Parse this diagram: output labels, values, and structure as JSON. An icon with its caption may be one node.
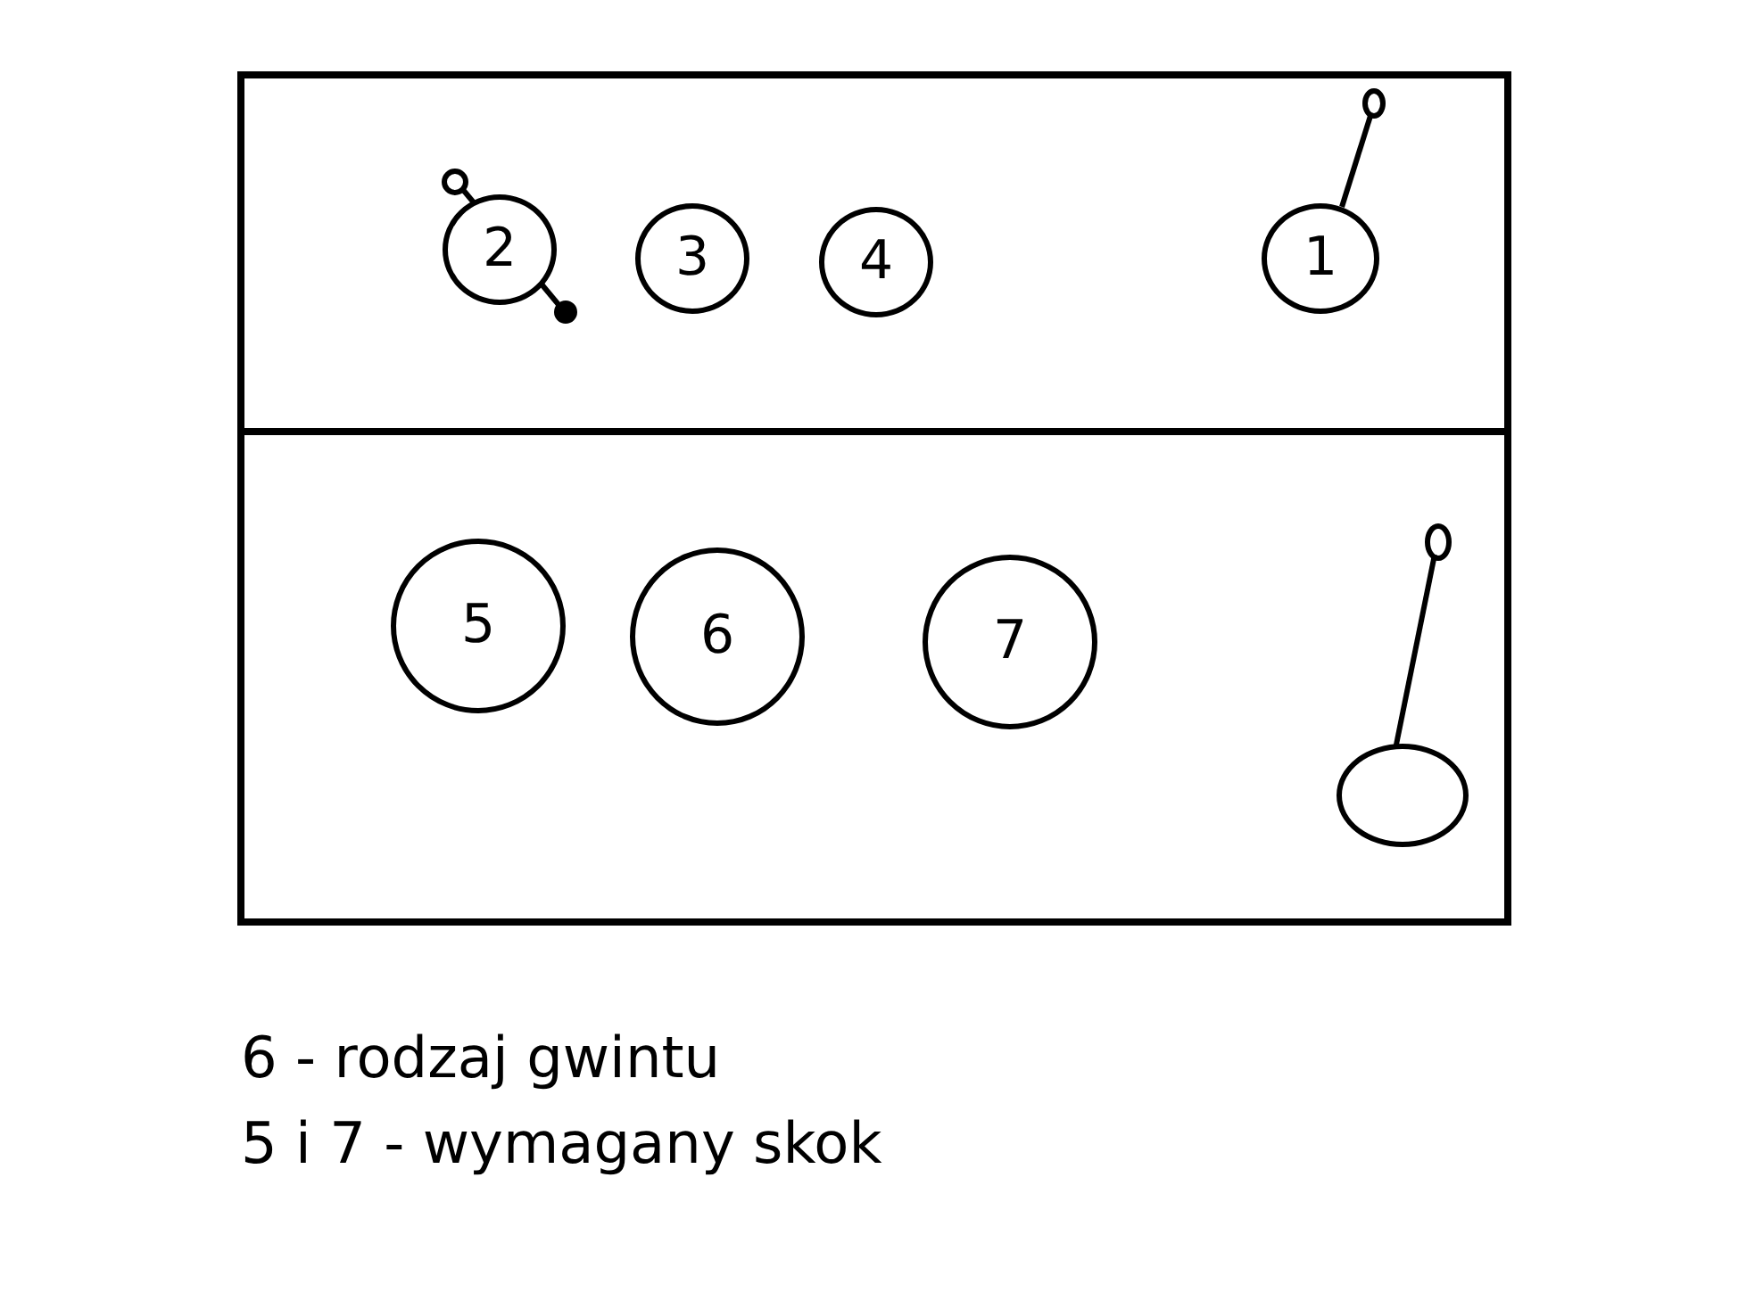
{
  "diagram": {
    "nodes": [
      {
        "text": [
          "2"
        ]
      },
      {
        "text": [
          "3"
        ]
      },
      {
        "text": [
          "4"
        ]
      },
      {
        "text": [
          "1"
        ]
      },
      {
        "text": [
          "5"
        ]
      },
      {
        "text": [
          "6"
        ]
      },
      {
        "text": [
          "7"
        ]
      },
      {
        "text": [],
        "shape": "circle"
      }
    ],
    "labels": [
      "6 - rodzaj gwintu",
      "5 i 7 - wymagany skok"
    ]
  }
}
